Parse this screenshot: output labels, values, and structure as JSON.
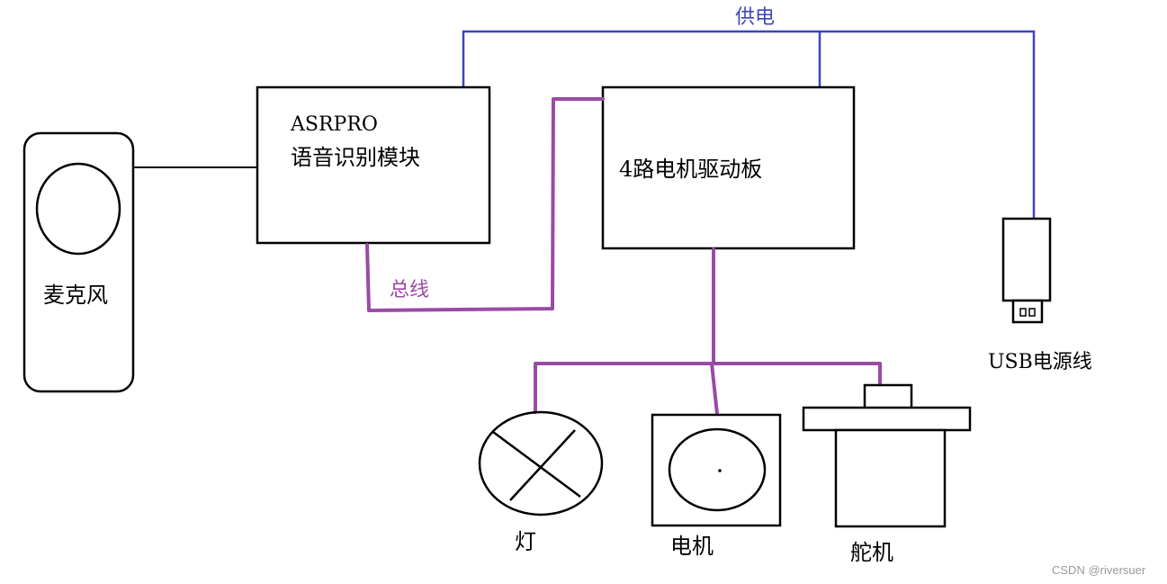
{
  "labels": {
    "asrpro_line1": "ASRPRO",
    "asrpro_line2": "语音识别模块",
    "driver": "4路电机驱动板",
    "microphone": "麦克风",
    "power": "供电",
    "bus": "总线",
    "usb": "USB电源线",
    "lamp": "灯",
    "motor": "电机",
    "servo": "舵机",
    "watermark": "CSDN @riversuer"
  },
  "colors": {
    "bus": "#9b4aa6",
    "power": "#3f45b8",
    "outline": "#000000",
    "background": "#ffffff"
  },
  "icons": {
    "microphone": "microphone-icon",
    "lamp": "lamp-icon",
    "motor": "motor-icon",
    "servo": "servo-icon",
    "usb": "usb-plug-icon"
  }
}
